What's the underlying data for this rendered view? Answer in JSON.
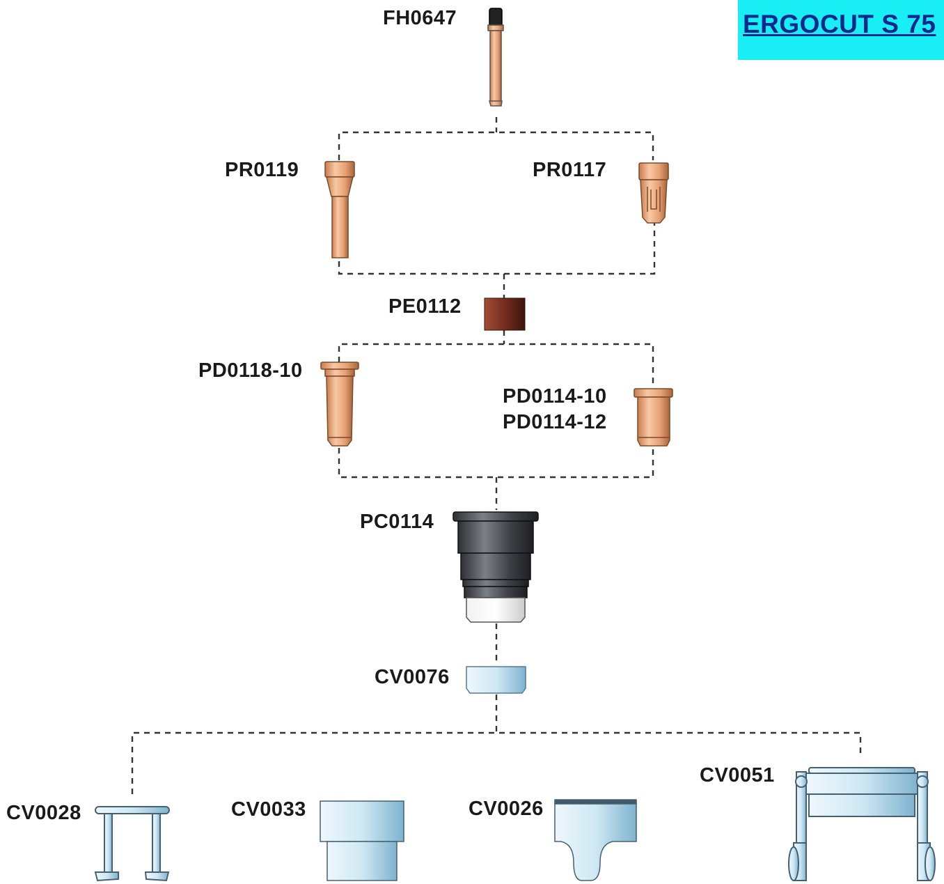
{
  "title": "ERGOCUT S 75",
  "parts": {
    "fh0647": "FH0647",
    "pr0119": "PR0119",
    "pr0117": "PR0117",
    "pe0112": "PE0112",
    "pd0118": "PD0118-10",
    "pd0114_10": "PD0114-10",
    "pd0114_12": "PD0114-12",
    "pc0114": "PC0114",
    "cv0076": "CV0076",
    "cv0028": "CV0028",
    "cv0033": "CV0033",
    "cv0026": "CV0026",
    "cv0051": "CV0051"
  },
  "colors": {
    "banner": "#18eef4",
    "title": "#0b2a8c",
    "copper": "#e7a679",
    "insulator": "#6b2a1c",
    "cap": "#4a4c52",
    "steel_blue": "#c6e3f1"
  }
}
